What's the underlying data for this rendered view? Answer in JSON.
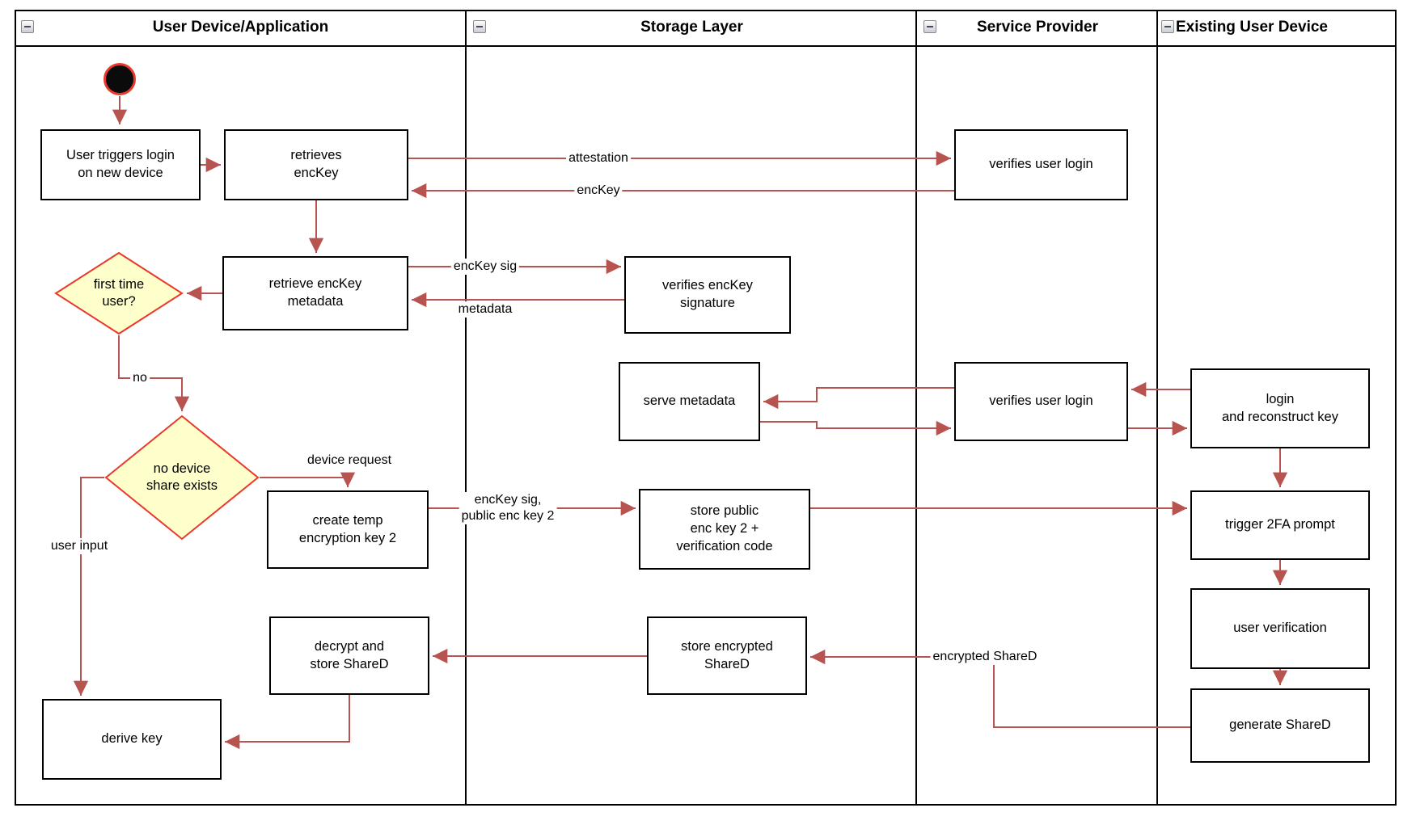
{
  "lanes": [
    {
      "title": "User Device/Application"
    },
    {
      "title": "Storage Layer"
    },
    {
      "title": "Service Provider"
    },
    {
      "title": "Existing User Device"
    }
  ],
  "nodes": {
    "user_triggers": {
      "label": "User triggers login\non new device"
    },
    "retrieves_enckey": {
      "label": "retrieves\nencKey"
    },
    "retrieve_metadata": {
      "label": "retrieve encKey\nmetadata"
    },
    "first_time_user": {
      "label": "first time\nuser?"
    },
    "no_device_share": {
      "label": "no device\nshare exists"
    },
    "create_temp_key": {
      "label": "create temp\nencryption key 2"
    },
    "decrypt_store_shared": {
      "label": "decrypt and\nstore ShareD"
    },
    "derive_key": {
      "label": "derive key"
    },
    "verifies_signature": {
      "label": "verifies encKey\nsignature"
    },
    "serve_metadata": {
      "label": "serve metadata"
    },
    "store_public_key": {
      "label": "store public\nenc key 2 +\nverification code"
    },
    "store_encrypted": {
      "label": "store encrypted\nShareD"
    },
    "verifies_login_1": {
      "label": "verifies user login"
    },
    "verifies_login_2": {
      "label": "verifies user login"
    },
    "login_reconstruct": {
      "label": "login\nand reconstruct key"
    },
    "trigger_2fa": {
      "label": "trigger 2FA prompt"
    },
    "user_verification": {
      "label": "user verification"
    },
    "generate_shared": {
      "label": "generate ShareD"
    }
  },
  "edge_labels": {
    "attestation": "attestation",
    "enckey": "encKey",
    "enckey_sig": "encKey sig",
    "metadata": "metadata",
    "no": "no",
    "device_request": "device request",
    "user_input": "user input",
    "enckey_sig_public": "encKey sig,\npublic enc key 2",
    "encrypted_shared": "encrypted ShareD"
  },
  "colors": {
    "arrow": "#b85450",
    "decision_fill": "#ffffcc",
    "decision_border": "#e8392b",
    "node_fill": "#ffffff",
    "node_border": "#000000",
    "start_fill": "#0b0b0b"
  }
}
